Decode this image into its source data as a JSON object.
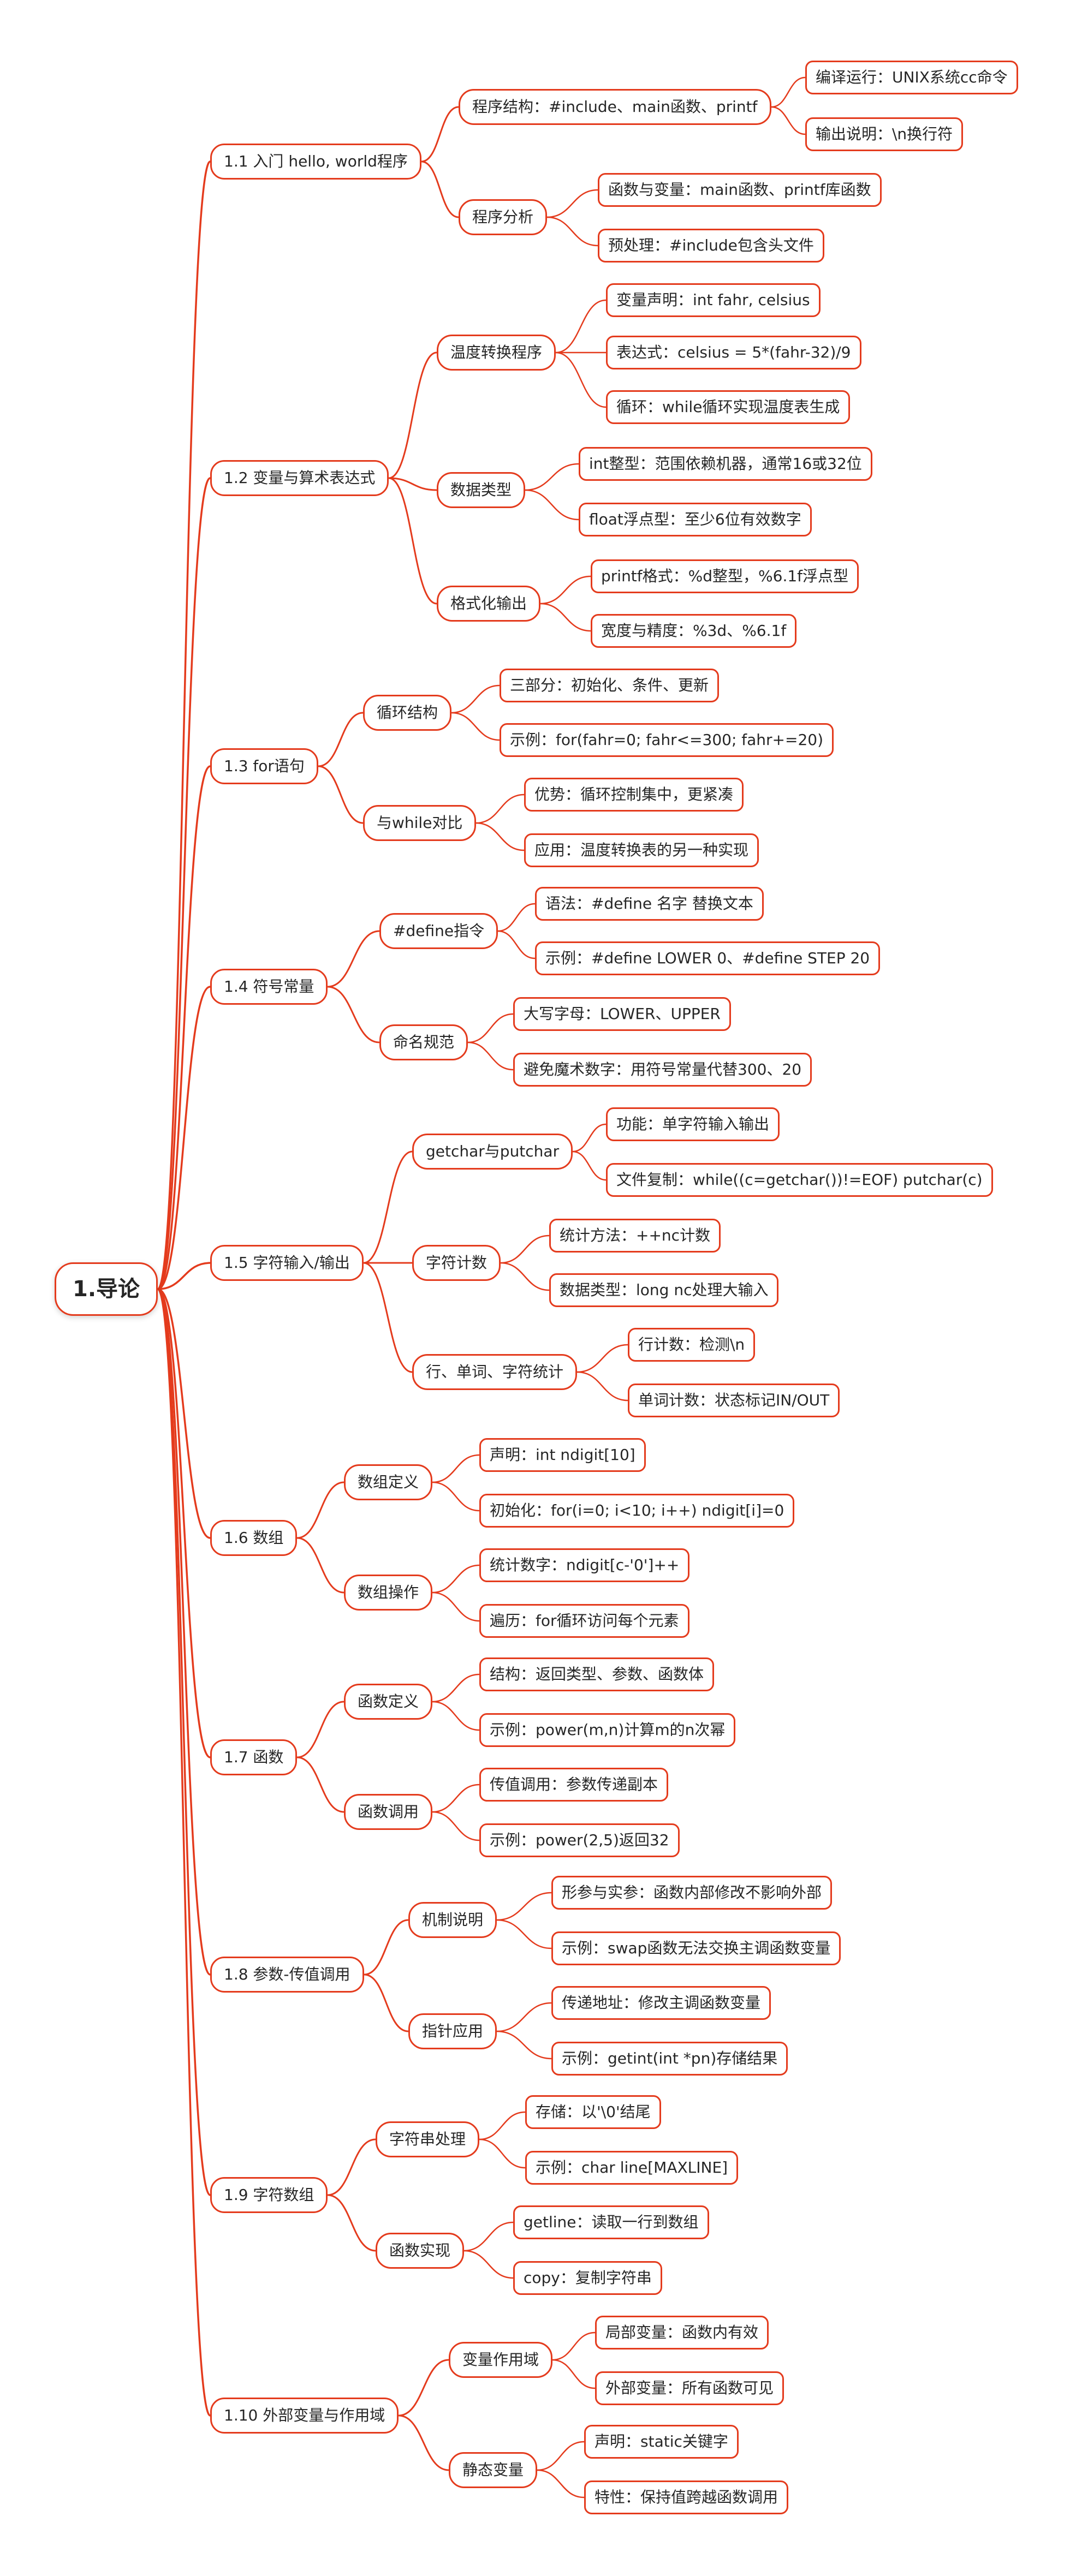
{
  "colors": {
    "line": "#e43b1d",
    "border": "#e43b1d",
    "text": "#262626",
    "background": "#ffffff"
  },
  "mindmap": {
    "root": "1.导论",
    "sections": [
      {
        "label": "1.1 入门 hello, world程序",
        "children": [
          {
            "label": "程序结构：#include、main函数、printf",
            "children": [
              "编译运行：UNIX系统cc命令",
              "输出说明：\\n换行符"
            ]
          },
          {
            "label": "程序分析",
            "children": [
              "函数与变量：main函数、printf库函数",
              "预处理：#include包含头文件"
            ]
          }
        ]
      },
      {
        "label": "1.2 变量与算术表达式",
        "children": [
          {
            "label": "温度转换程序",
            "children": [
              "变量声明：int fahr, celsius",
              "表达式：celsius = 5*(fahr-32)/9",
              "循环：while循环实现温度表生成"
            ]
          },
          {
            "label": "数据类型",
            "children": [
              "int整型：范围依赖机器，通常16或32位",
              "float浮点型：至少6位有效数字"
            ]
          },
          {
            "label": "格式化输出",
            "children": [
              "printf格式：%d整型，%6.1f浮点型",
              "宽度与精度：%3d、%6.1f"
            ]
          }
        ]
      },
      {
        "label": "1.3 for语句",
        "children": [
          {
            "label": "循环结构",
            "children": [
              "三部分：初始化、条件、更新",
              "示例：for(fahr=0; fahr<=300; fahr+=20)"
            ]
          },
          {
            "label": "与while对比",
            "children": [
              "优势：循环控制集中，更紧凑",
              "应用：温度转换表的另一种实现"
            ]
          }
        ]
      },
      {
        "label": "1.4 符号常量",
        "children": [
          {
            "label": "#define指令",
            "children": [
              "语法：#define 名字 替换文本",
              "示例：#define LOWER 0、#define STEP 20"
            ]
          },
          {
            "label": "命名规范",
            "children": [
              "大写字母：LOWER、UPPER",
              "避免魔术数字：用符号常量代替300、20"
            ]
          }
        ]
      },
      {
        "label": "1.5 字符输入/输出",
        "children": [
          {
            "label": "getchar与putchar",
            "children": [
              "功能：单字符输入输出",
              "文件复制：while((c=getchar())!=EOF) putchar(c)"
            ]
          },
          {
            "label": "字符计数",
            "children": [
              "统计方法：++nc计数",
              "数据类型：long nc处理大输入"
            ]
          },
          {
            "label": "行、单词、字符统计",
            "children": [
              "行计数：检测\\n",
              "单词计数：状态标记IN/OUT"
            ]
          }
        ]
      },
      {
        "label": "1.6 数组",
        "children": [
          {
            "label": "数组定义",
            "children": [
              "声明：int ndigit[10]",
              "初始化：for(i=0; i<10; i++) ndigit[i]=0"
            ]
          },
          {
            "label": "数组操作",
            "children": [
              "统计数字：ndigit[c-'0']++",
              "遍历：for循环访问每个元素"
            ]
          }
        ]
      },
      {
        "label": "1.7 函数",
        "children": [
          {
            "label": "函数定义",
            "children": [
              "结构：返回类型、参数、函数体",
              "示例：power(m,n)计算m的n次幂"
            ]
          },
          {
            "label": "函数调用",
            "children": [
              "传值调用：参数传递副本",
              "示例：power(2,5)返回32"
            ]
          }
        ]
      },
      {
        "label": "1.8 参数-传值调用",
        "children": [
          {
            "label": "机制说明",
            "children": [
              "形参与实参：函数内部修改不影响外部",
              "示例：swap函数无法交换主调函数变量"
            ]
          },
          {
            "label": "指针应用",
            "children": [
              "传递地址：修改主调函数变量",
              "示例：getint(int *pn)存储结果"
            ]
          }
        ]
      },
      {
        "label": "1.9 字符数组",
        "children": [
          {
            "label": "字符串处理",
            "children": [
              "存储：以'\\0'结尾",
              "示例：char line[MAXLINE]"
            ]
          },
          {
            "label": "函数实现",
            "children": [
              "getline：读取一行到数组",
              "copy：复制字符串"
            ]
          }
        ]
      },
      {
        "label": "1.10 外部变量与作用域",
        "children": [
          {
            "label": "变量作用域",
            "children": [
              "局部变量：函数内有效",
              "外部变量：所有函数可见"
            ]
          },
          {
            "label": "静态变量",
            "children": [
              "声明：static关键字",
              "特性：保持值跨越函数调用"
            ]
          }
        ]
      }
    ]
  }
}
